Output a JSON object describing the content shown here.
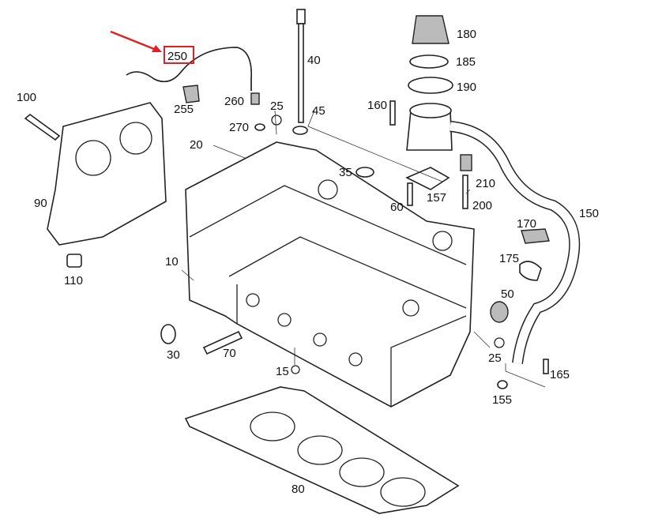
{
  "title": "Cylinder head exploded parts diagram",
  "highlight": {
    "label": "250",
    "color": "#e02020"
  },
  "labels": [
    "250",
    "40",
    "180",
    "185",
    "190",
    "100",
    "255",
    "260",
    "25",
    "270",
    "45",
    "160",
    "20",
    "35",
    "157",
    "210",
    "90",
    "60",
    "200",
    "150",
    "170",
    "175",
    "10",
    "110",
    "50",
    "30",
    "70",
    "25",
    "15",
    "165",
    "155",
    "80"
  ]
}
